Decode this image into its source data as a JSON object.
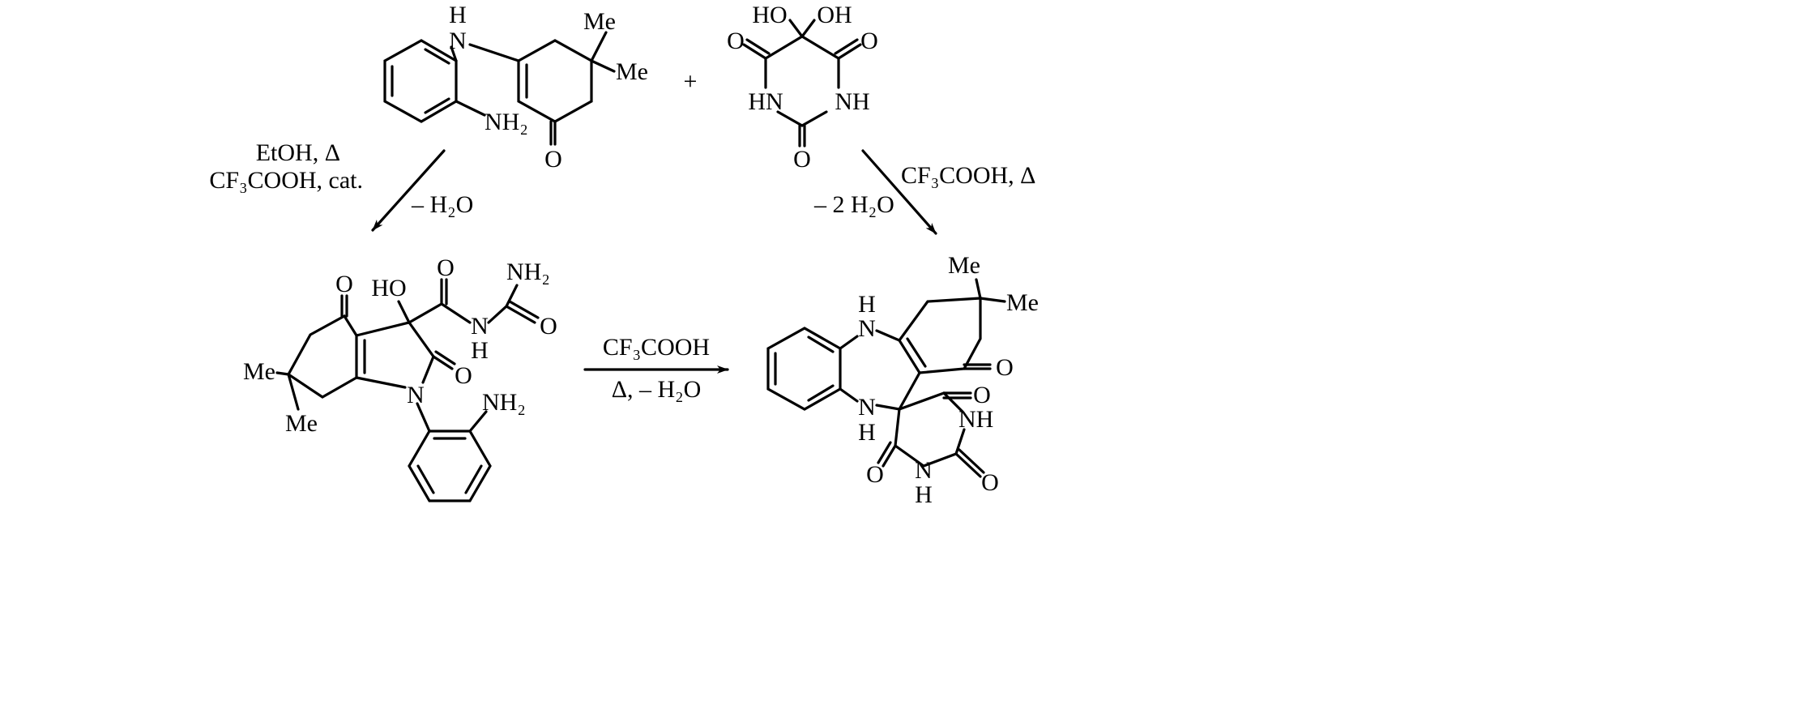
{
  "reactant_1": {
    "nh_h": "H",
    "nh_n": "N",
    "me1": "Me",
    "me2": "Me",
    "nh2": "NH₂",
    "o": "O"
  },
  "plus": "+",
  "reactant_2": {
    "ho": "HO",
    "oh": "OH",
    "o_left": "O",
    "o_right": "O",
    "hn": "HN",
    "nh": "NH",
    "o_bottom": "O"
  },
  "arrow_left": {
    "line1": "EtOH, Δ",
    "line2": "CF₃COOH, cat.",
    "line3": "– H₂O"
  },
  "arrow_right": {
    "line1": "CF₃COOH, Δ",
    "line2": "– 2 H₂O"
  },
  "arrow_bottom": {
    "line1": "CF₃COOH",
    "line2": "Δ, – H₂O"
  },
  "product_left": {
    "o_ketone": "O",
    "ho": "HO",
    "o_amide": "O",
    "nh2_urea": "NH₂",
    "n_amide": "N",
    "h_amide": "H",
    "o_urea": "O",
    "o_lactam": "O",
    "me1": "Me",
    "me2": "Me",
    "n1": "N",
    "nh2_aryl": "NH₂"
  },
  "product_right": {
    "me1": "Me",
    "me2": "Me",
    "h_top": "H",
    "n_top": "N",
    "o_ketone": "O",
    "o_barb1": "O",
    "nh": "NH",
    "n_bottom": "N",
    "h_bottom": "H",
    "o_barb2": "O",
    "n_barb": "N",
    "h_barb": "H",
    "o_barb3": "O"
  }
}
